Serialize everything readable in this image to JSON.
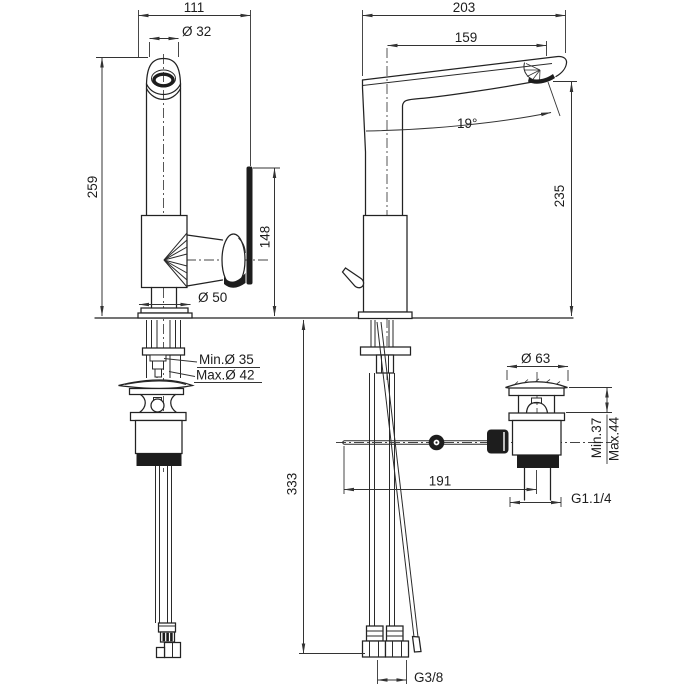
{
  "drawing": {
    "background": "#ffffff",
    "line_color": "#222222",
    "type": "faucet technical dimension drawing"
  },
  "front_view": {
    "width_dim": "111",
    "spout_dia": "Ø 32",
    "height_dim": "259",
    "handle_height_dim": "148",
    "base_dia": "Ø 50",
    "hole_min": "Min.Ø 35",
    "hole_max": "Max.Ø 42"
  },
  "side_view": {
    "depth_dim": "203",
    "reach_dim": "159",
    "spout_angle": "19°",
    "spout_height_dim": "235",
    "under_counter_dim": "333",
    "rod_reach_dim": "191",
    "supply_thread": "G3/8"
  },
  "drain_detail": {
    "flange_dia": "Ø 63",
    "clamp_min": "Min.37",
    "clamp_max": "Max.44",
    "waste_thread": "G1.1/4"
  }
}
